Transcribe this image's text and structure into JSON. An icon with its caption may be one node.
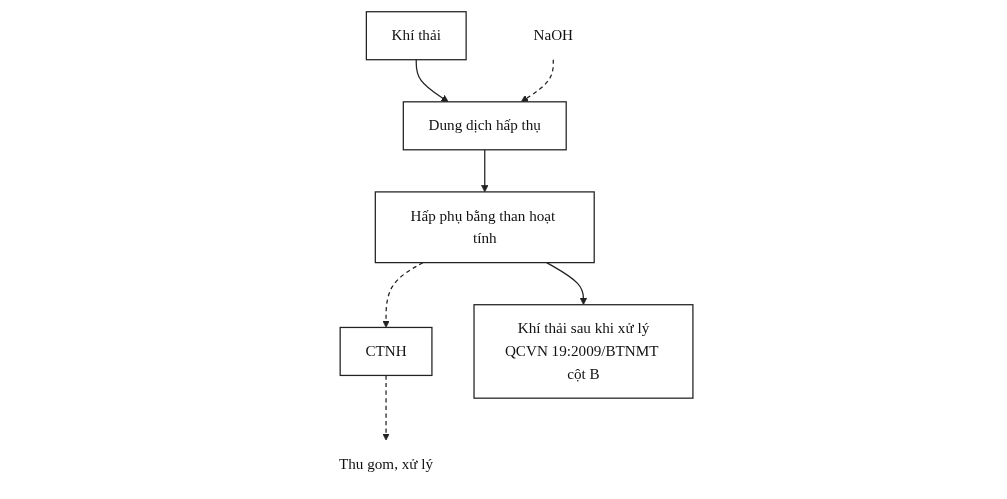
{
  "diagram": {
    "nodes": [
      {
        "text": [
          "Khí thải"
        ]
      },
      {
        "text": [
          "NaOH"
        ]
      },
      {
        "text": [
          "Dung dịch hấp thụ"
        ]
      },
      {
        "text": [
          "Hấp phụ bằng than hoạt tính"
        ]
      },
      {
        "text": [
          "CTNH"
        ]
      },
      {
        "text": [
          "Thu gom, xử lý"
        ]
      },
      {
        "text": [
          "Khí thải sau khi xử lý",
          "QCVN 19:2009/BTNMT cột B"
        ]
      }
    ],
    "edges": [
      {
        "from": 0,
        "to": 2,
        "arrow": "to"
      },
      {
        "from": 1,
        "to": 2,
        "arrow": "to",
        "style": "dashed"
      },
      {
        "from": 2,
        "to": 3,
        "arrow": "to"
      },
      {
        "from": 3,
        "to": 4,
        "arrow": "to",
        "style": "dashed"
      },
      {
        "from": 4,
        "to": 5,
        "arrow": "to",
        "style": "dashed"
      },
      {
        "from": 3,
        "to": 6,
        "arrow": "to"
      }
    ]
  }
}
